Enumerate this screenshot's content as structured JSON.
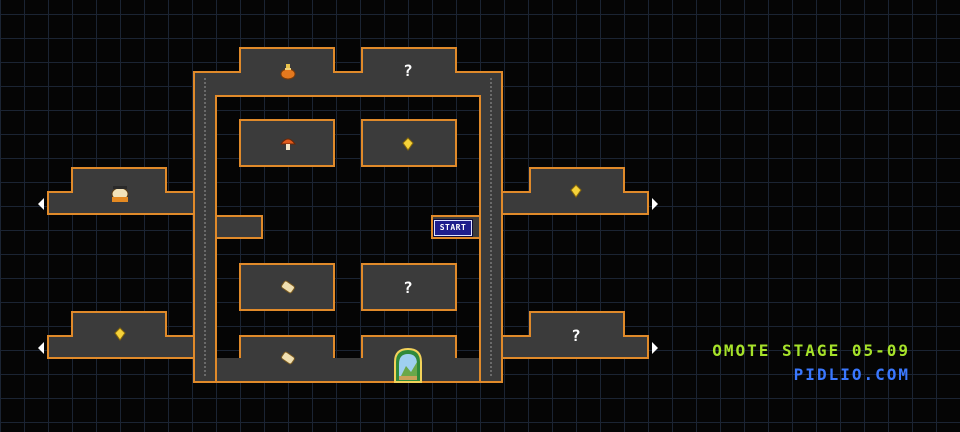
{
  "stage": {
    "title": "OMOTE STAGE 05-09",
    "url": "PIDLIO.COM"
  },
  "start_label": "START",
  "unknown_symbol": "?",
  "colors": {
    "background": "#050505",
    "grid": "#1b2433",
    "room_fill": "#3b3b3b",
    "room_border": "#e08a2a",
    "title": "#a6e22a",
    "url": "#3a78ff",
    "start_badge": "#1e1e8c"
  },
  "items": [
    {
      "name": "potion-icon"
    },
    {
      "name": "mushroom-icon"
    },
    {
      "name": "gem-icon"
    },
    {
      "name": "cauldron-icon"
    },
    {
      "name": "scroll-icon"
    },
    {
      "name": "exit-door-icon"
    },
    {
      "name": "arrow-left-icon"
    },
    {
      "name": "arrow-right-icon"
    }
  ]
}
